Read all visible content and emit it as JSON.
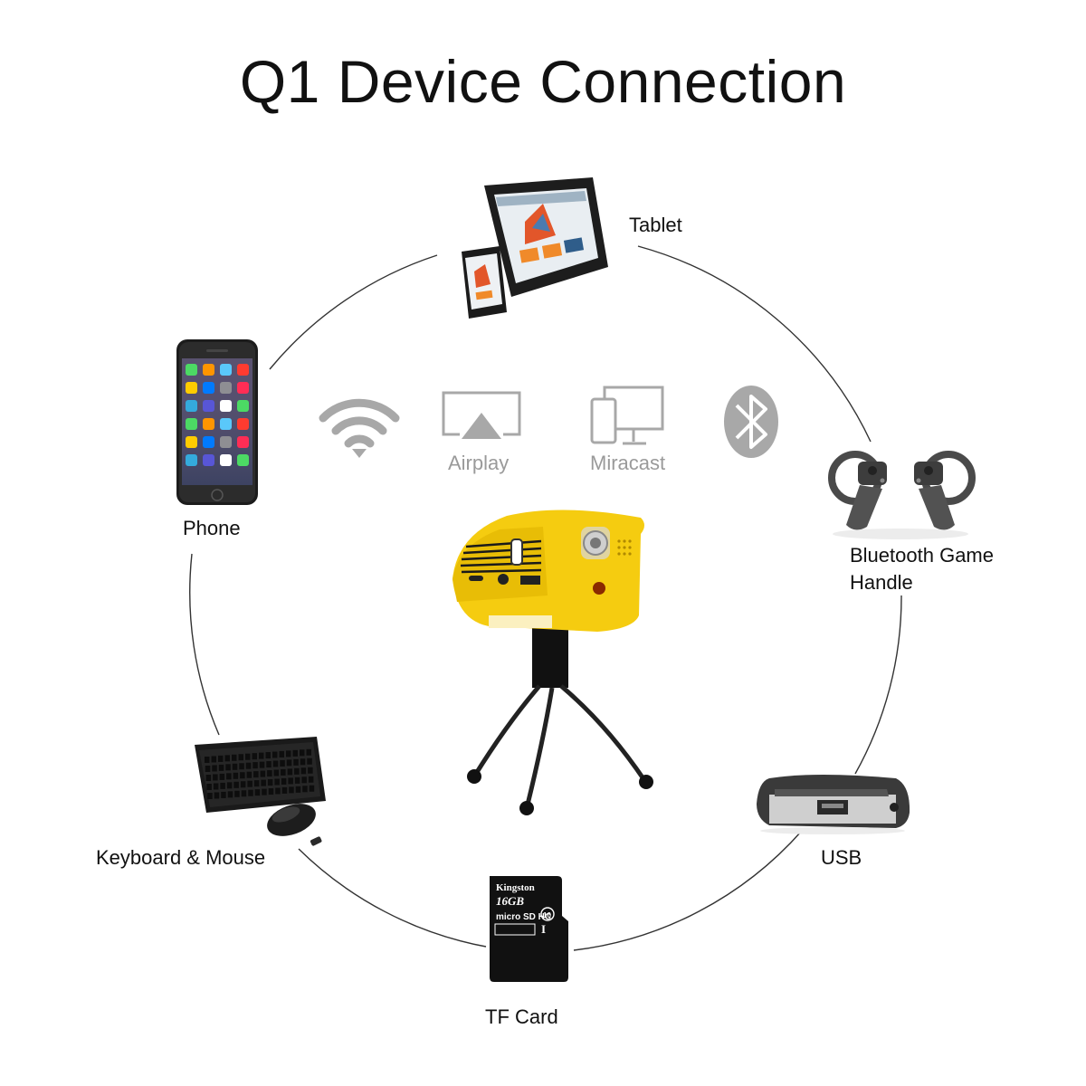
{
  "title": "Q1 Device Connection",
  "devices": {
    "tablet": "Tablet",
    "phone": "Phone",
    "game_handle_line1": "Bluetooth Game",
    "game_handle_line2": "Handle",
    "keyboard_mouse": "Keyboard & Mouse",
    "usb": "USB",
    "tf_card": "TF Card"
  },
  "protocols": {
    "airplay": "Airplay",
    "miracast": "Miracast"
  },
  "card": {
    "brand": "Kingston",
    "capacity": "16GB",
    "type": "micro SD HC",
    "class": "10",
    "uhs": "I"
  },
  "colors": {
    "projector": "#f5cc10",
    "ring": "#333333",
    "protocol_grey": "#9a9a9a",
    "device_dark": "#2a2a2a"
  }
}
